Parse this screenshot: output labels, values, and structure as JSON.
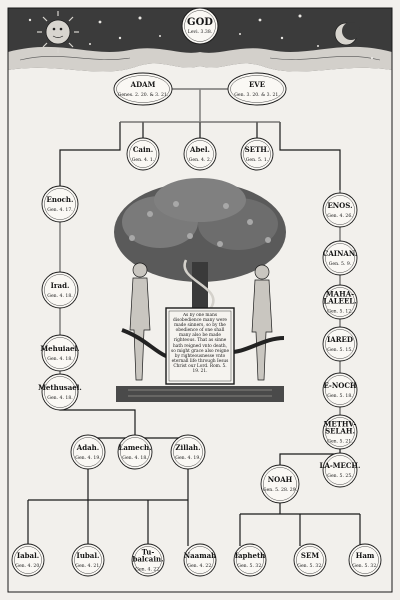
{
  "god": {
    "name": "GOD",
    "ref": "Levi. 3.38."
  },
  "tablet_text": "As by one mans disobedience many were made sinners, so by the obedience of one shall many also be made righteous. That as sinne hath reigned vnto death, so might grace also reigne by righteousnesse vnto eternall life through Iesus Christ our Lord. Rom. 5. 19. 21.",
  "persons": [
    {
      "id": "adam",
      "name": "ADAM",
      "ref": "Genes. 2. 20. & 3. 21."
    },
    {
      "id": "eve",
      "name": "EVE",
      "ref": "Gen. 3. 20. & 3. 21."
    },
    {
      "id": "cain",
      "name": "Cain.",
      "ref": "Gen. 4. 1."
    },
    {
      "id": "abel",
      "name": "Abel.",
      "ref": "Gen. 4. 2."
    },
    {
      "id": "seth",
      "name": "SETH.",
      "ref": "Gen. 5. 1."
    },
    {
      "id": "enoch",
      "name": "Enoch.",
      "ref": "Gen. 4. 17."
    },
    {
      "id": "irad",
      "name": "Irad.",
      "ref": "Gen. 4. 18."
    },
    {
      "id": "mehujael",
      "name": "Mehuiael.",
      "ref": "Gen. 4. 18."
    },
    {
      "id": "methusael",
      "name": "Methusael.",
      "ref": "Gen. 4. 18."
    },
    {
      "id": "enos",
      "name": "ENOS.",
      "ref": "Gen. 4. 26."
    },
    {
      "id": "cainan",
      "name": "CAINAN.",
      "ref": "Gen. 5. 9."
    },
    {
      "id": "mahalaleel",
      "name": "MAHA-LALEEL.",
      "ref": "Gen. 5. 12."
    },
    {
      "id": "jared",
      "name": "IARED",
      "ref": "Gen. 5. 15."
    },
    {
      "id": "enoch2",
      "name": "E-NOCH",
      "ref": "Gen. 5. 18."
    },
    {
      "id": "methuselah",
      "name": "METHV-SELAH.",
      "ref": "Gen. 5. 21."
    },
    {
      "id": "lamech2",
      "name": "LA-MECH.",
      "ref": "Gen. 5. 25."
    },
    {
      "id": "adah",
      "name": "Adah.",
      "ref": "Gen. 4. 19."
    },
    {
      "id": "lamech",
      "name": "Lamech.",
      "ref": "Gen. 4. 18."
    },
    {
      "id": "zillah",
      "name": "Zillah.",
      "ref": "Gen. 4. 19."
    },
    {
      "id": "noah",
      "name": "NOAH",
      "ref": "Gen. 5. 28. 29."
    },
    {
      "id": "jabal",
      "name": "Iabal.",
      "ref": "Gen. 4. 20."
    },
    {
      "id": "jubal",
      "name": "Iubal.",
      "ref": "Gen. 4. 21."
    },
    {
      "id": "tubalcain",
      "name": "Tu-balcain.",
      "ref": "Gen. 4. 22."
    },
    {
      "id": "naamah",
      "name": "Naamah",
      "ref": "Gen. 4. 22."
    },
    {
      "id": "japheth",
      "name": "Iapheth",
      "ref": "Gen. 5. 32."
    },
    {
      "id": "sem",
      "name": "SEM",
      "ref": "Gen. 5. 32."
    },
    {
      "id": "ham",
      "name": "Ham",
      "ref": "Gen. 5. 32."
    }
  ]
}
